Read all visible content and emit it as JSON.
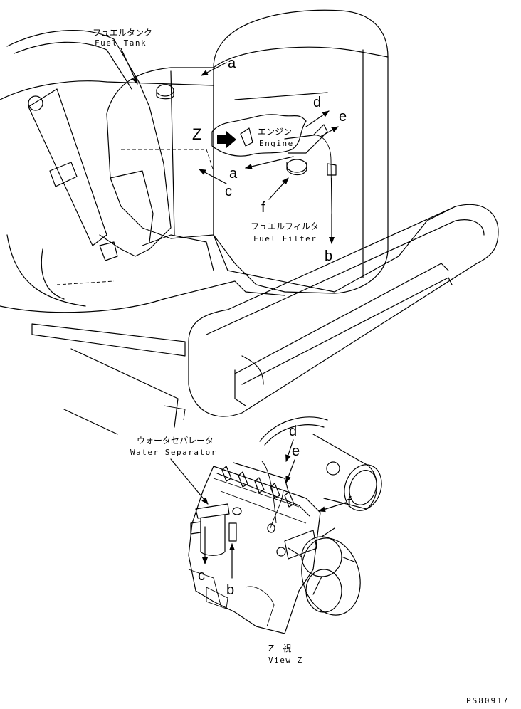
{
  "labels": {
    "fuel_tank_jp": "フュエルタンク",
    "fuel_tank_en": "Fuel Tank",
    "engine_jp": "エンジン",
    "engine_en": "Engine",
    "fuel_filter_jp": "フュエルフィルタ",
    "fuel_filter_en": "Fuel Filter",
    "water_separator_jp": "ウォータセパレータ",
    "water_separator_en": "Water Separator",
    "view_jp": "Z　視",
    "view_en": "View Z",
    "view_marker": "Z"
  },
  "references": {
    "a": "a",
    "b": "b",
    "c": "c",
    "d": "d",
    "e": "e",
    "f": "f"
  },
  "part_code": "PS80917"
}
